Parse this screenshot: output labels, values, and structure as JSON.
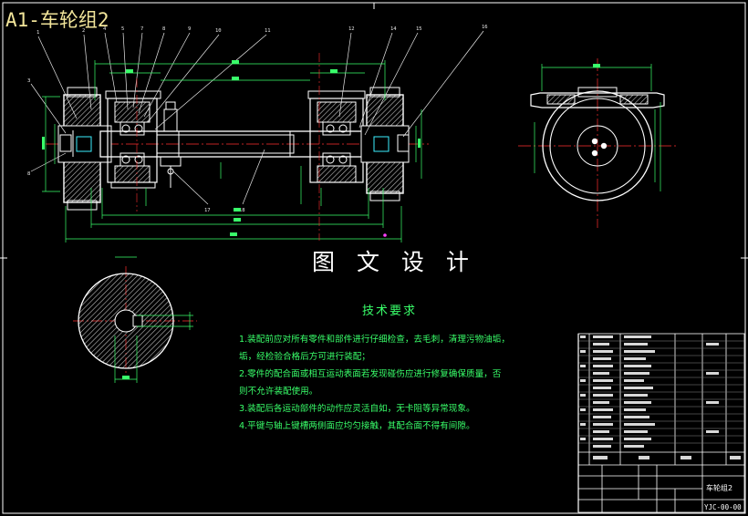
{
  "drawing": {
    "title": "A1-车轮组2",
    "watermark": "图 文 设 计"
  },
  "technical_notes": {
    "heading": "技术要求",
    "lines": [
      "1.装配前应对所有零件和部件进行仔细检查，去毛刺，清理污物油垢，",
      "垢，经检验合格后方可进行装配；",
      "2.零件的配合面或相互运动表面若发现碰伤应进行修复确保质量，否",
      "则不允许装配使用。",
      "3.装配后各运动部件的动作应灵活自如，无卡阻等异常现象。",
      "4.平键与轴上键槽两侧面应均匀接触，其配合面不得有间隙。"
    ]
  },
  "title_block": {
    "part_name": "车轮组2",
    "drawing_code": "YJC-00-00"
  },
  "colors": {
    "background": "#000000",
    "outline": "#ffffff",
    "dimension": "#39ff6a",
    "centerline": "#ff3030",
    "leader": "#e8e8e8",
    "hatch": "#bfbfbf",
    "yellow": "#f2e59a",
    "cyan": "#3cf0ff",
    "magenta": "#ff40ff"
  }
}
